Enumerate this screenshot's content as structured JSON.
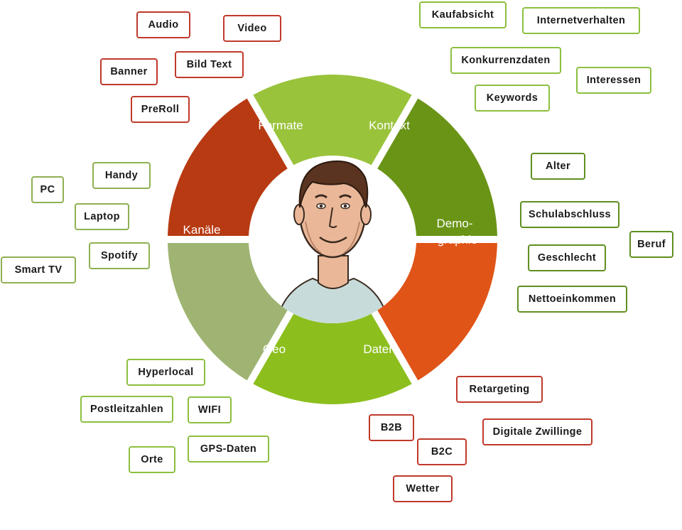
{
  "colors": {
    "formate": "#b83a12",
    "kontext": "#9ac33c",
    "demographie": "#6a9416",
    "daten": "#e05418",
    "geo": "#8cbf1d",
    "kanaele": "#9fb472",
    "ring_gap": "#ffffff",
    "face_skin": "#eab899",
    "hair": "#5a3420",
    "shirt": "#c7dcda"
  },
  "segments": {
    "formate": "Formate",
    "kontext": "Kontext",
    "demographie_1": "Demo-",
    "demographie_2": "graphie",
    "daten": "Daten",
    "geo": "Geo",
    "kanaele": "Kanäle"
  },
  "center_icon": "avatar-portrait",
  "tags": {
    "formate": {
      "audio": "Audio",
      "video": "Video",
      "bild_text": "Bild Text",
      "banner": "Banner",
      "preroll": "PreRoll"
    },
    "kontext": {
      "kaufabsicht": "Kaufabsicht",
      "internetverhalten": "Internetverhalten",
      "konkurrenzdaten": "Konkurrenzdaten",
      "interessen": "Interessen",
      "keywords": "Keywords"
    },
    "demographie": {
      "alter": "Alter",
      "schulabschluss": "Schulabschluss",
      "beruf": "Beruf",
      "geschlecht": "Geschlecht",
      "nettoeinkommen": "Nettoeinkommen"
    },
    "kanaele": {
      "handy": "Handy",
      "pc": "PC",
      "laptop": "Laptop",
      "spotify": "Spotify",
      "smart_tv": "Smart TV"
    },
    "geo": {
      "hyperlocal": "Hyperlocal",
      "postleitzahlen": "Postleitzahlen",
      "wifi": "WIFI",
      "gps_daten": "GPS-Daten",
      "orte": "Orte"
    },
    "daten": {
      "retargeting": "Retargeting",
      "b2b": "B2B",
      "digitale_zwillinge": "Digitale Zwillinge",
      "b2c": "B2C",
      "wetter": "Wetter"
    }
  }
}
